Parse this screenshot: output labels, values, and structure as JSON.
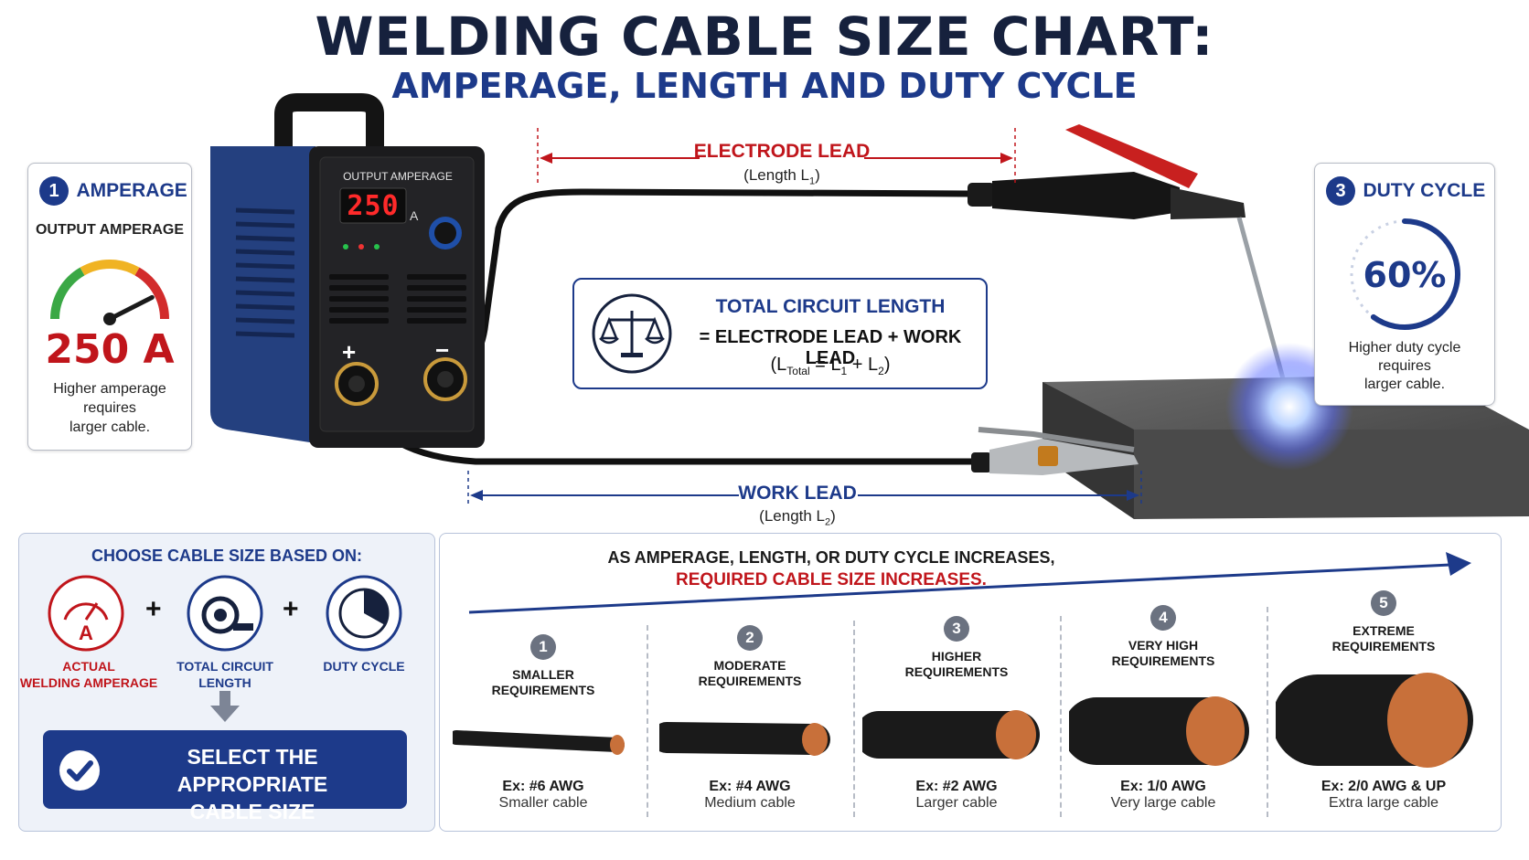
{
  "header": {
    "title": "WELDING CABLE SIZE CHART:",
    "subtitle": "AMPERAGE, LENGTH AND DUTY CYCLE"
  },
  "welder": {
    "panel_label": "OUTPUT AMPERAGE",
    "display_value": "250",
    "display_unit": "A",
    "positive": "+",
    "negative": "−"
  },
  "amperage_card": {
    "number": "1",
    "title": "AMPERAGE",
    "subtitle": "OUTPUT AMPERAGE",
    "gauge_level": 0.85,
    "value": "250 A",
    "note_lines": [
      "Higher amperage",
      "requires",
      "larger cable."
    ]
  },
  "electrode_lead": {
    "label": "ELECTRODE LEAD",
    "length_prefix": "(Length L",
    "length_sub": "1",
    "length_suffix": ")"
  },
  "work_lead": {
    "label": "WORK LEAD",
    "length_prefix": "(Length L",
    "length_sub": "2",
    "length_suffix": ")"
  },
  "total_circuit": {
    "title": "TOTAL CIRCUIT LENGTH",
    "formula": "= ELECTRODE LEAD + WORK LEAD",
    "eq_open": "(L",
    "eq_total_sub": "Total",
    "eq_mid": " = L",
    "eq_sub1": "1",
    "eq_plus": " + L",
    "eq_sub2": "2",
    "eq_close": ")"
  },
  "duty_card": {
    "number": "3",
    "title": "DUTY CYCLE",
    "value": "60%",
    "fraction": 0.6,
    "note_lines": [
      "Higher duty cycle",
      "requires",
      "larger cable."
    ]
  },
  "choose_panel": {
    "heading": "CHOOSE CABLE SIZE BASED ON:",
    "factors": [
      {
        "label_lines": [
          "ACTUAL",
          "WELDING AMPERAGE"
        ],
        "icon_letter": "A"
      },
      {
        "label_lines": [
          "TOTAL CIRCUIT",
          "LENGTH"
        ]
      },
      {
        "label_lines": [
          "DUTY CYCLE"
        ]
      }
    ],
    "plus": "+",
    "button_lines": [
      "SELECT THE APPROPRIATE",
      "CABLE SIZE"
    ]
  },
  "scale_panel": {
    "trend_line1": "AS AMPERAGE, LENGTH, OR DUTY CYCLE INCREASES,",
    "trend_line2": "REQUIRED CABLE SIZE INCREASES.",
    "tiers": [
      {
        "num": "1",
        "title_lines": [
          "SMALLER",
          "REQUIREMENTS"
        ],
        "example": "Ex: #6 AWG",
        "desc": "Smaller cable"
      },
      {
        "num": "2",
        "title_lines": [
          "MODERATE",
          "REQUIREMENTS"
        ],
        "example": "Ex: #4 AWG",
        "desc": "Medium cable"
      },
      {
        "num": "3",
        "title_lines": [
          "HIGHER",
          "REQUIREMENTS"
        ],
        "example": "Ex: #2 AWG",
        "desc": "Larger cable"
      },
      {
        "num": "4",
        "title_lines": [
          "VERY HIGH",
          "REQUIREMENTS"
        ],
        "example": "Ex: 1/0 AWG",
        "desc": "Very large cable"
      },
      {
        "num": "5",
        "title_lines": [
          "EXTREME",
          "REQUIREMENTS"
        ],
        "example": "Ex: 2/0 AWG & UP",
        "desc": "Extra large cable"
      }
    ]
  },
  "colors": {
    "navy": "#16213d",
    "blue": "#1d3a8a",
    "red": "#c0151b",
    "copper": "#c8703a"
  }
}
